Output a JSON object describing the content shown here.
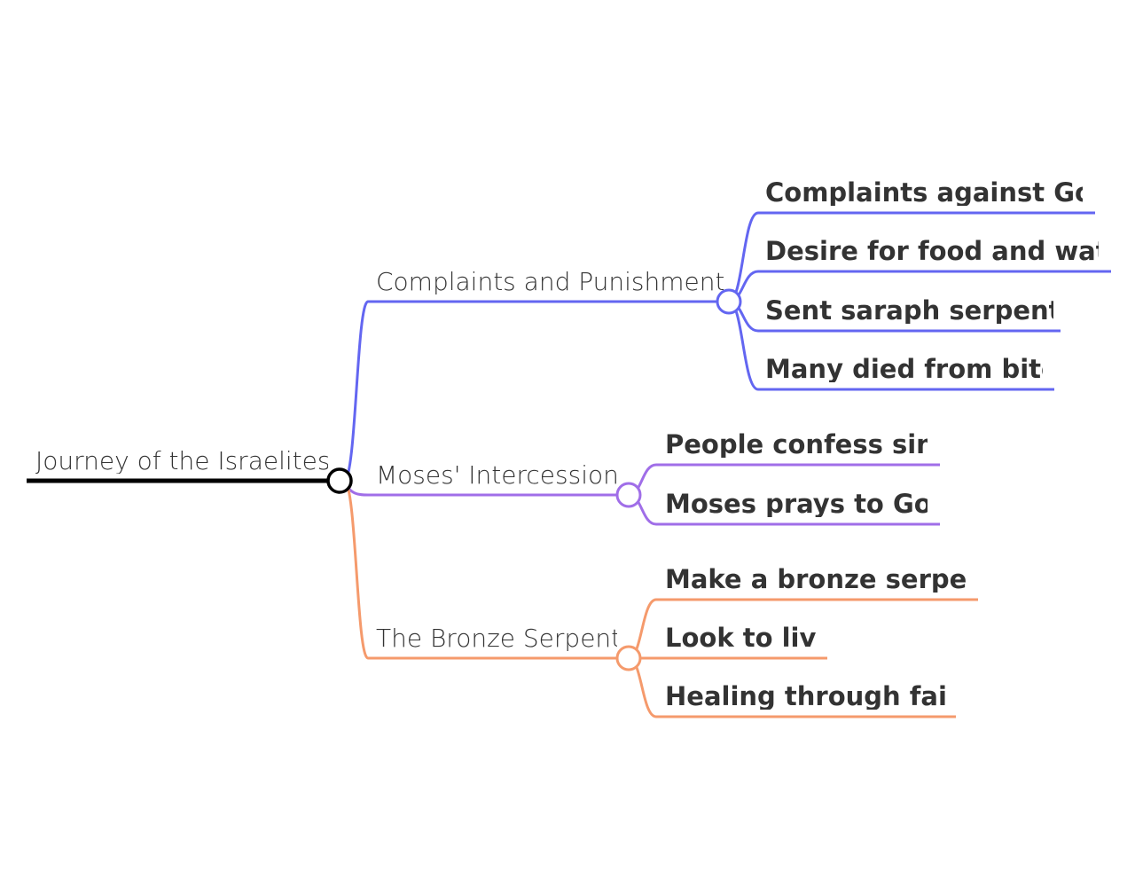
{
  "mindmap": {
    "root": {
      "label": "Journey of the Israelites",
      "color": "#000000"
    },
    "branches": [
      {
        "label": "Complaints and Punishment",
        "color": "#6366f1",
        "children": [
          "Complaints against God",
          "Desire for food and water",
          "Sent saraph serpents",
          "Many died from bites"
        ]
      },
      {
        "label": "Moses' Intercession",
        "color": "#a06ee8",
        "children": [
          "People confess sins",
          "Moses prays to God"
        ]
      },
      {
        "label": "The Bronze Serpent",
        "color": "#f59a6c",
        "children": [
          "Make a bronze serpent",
          "Look to live",
          "Healing through faith"
        ]
      }
    ]
  }
}
